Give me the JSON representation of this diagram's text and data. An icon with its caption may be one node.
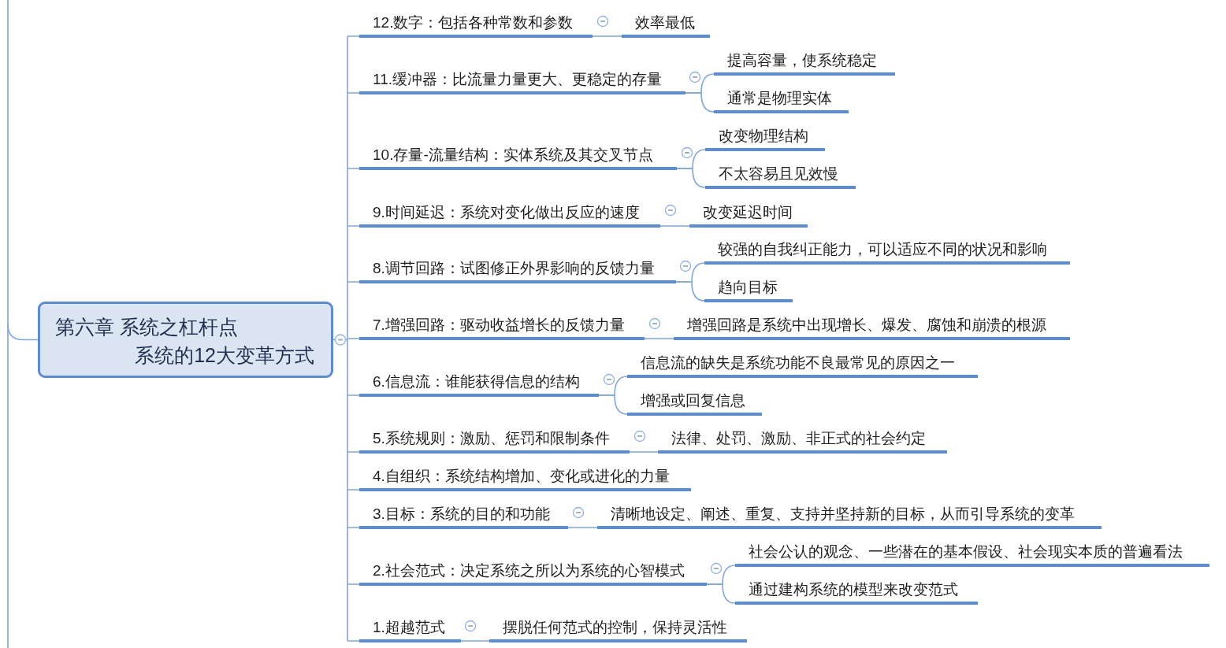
{
  "diagram": {
    "nodes": [
      {
        "text": [
          "第六章 系统之杠杆点",
          "系统的12大变革方式"
        ]
      },
      {
        "text": [
          "12.数字：包括各种常数和参数"
        ]
      },
      {
        "text": [
          "效率最低"
        ]
      },
      {
        "text": [
          "11.缓冲器：比流量力量更大、更稳定的存量"
        ]
      },
      {
        "text": [
          "提高容量，使系统稳定"
        ]
      },
      {
        "text": [
          "通常是物理实体"
        ]
      },
      {
        "text": [
          "10.存量-流量结构：实体系统及其交叉节点"
        ]
      },
      {
        "text": [
          "改变物理结构"
        ]
      },
      {
        "text": [
          "不太容易且见效慢"
        ]
      },
      {
        "text": [
          "9.时间延迟：系统对变化做出反应的速度"
        ]
      },
      {
        "text": [
          "改变延迟时间"
        ]
      },
      {
        "text": [
          "8.调节回路：试图修正外界影响的反馈力量"
        ]
      },
      {
        "text": [
          "较强的自我纠正能力，可以适应不同的状况和影响"
        ]
      },
      {
        "text": [
          "趋向目标"
        ]
      },
      {
        "text": [
          "7.增强回路：驱动收益增长的反馈力量"
        ]
      },
      {
        "text": [
          "增强回路是系统中出现增长、爆发、腐蚀和崩溃的根源"
        ]
      },
      {
        "text": [
          "6.信息流：谁能获得信息的结构"
        ]
      },
      {
        "text": [
          "信息流的缺失是系统功能不良最常见的原因之一"
        ]
      },
      {
        "text": [
          "增强或回复信息"
        ]
      },
      {
        "text": [
          "5.系统规则：激励、惩罚和限制条件"
        ]
      },
      {
        "text": [
          "法律、处罚、激励、非正式的社会约定"
        ]
      },
      {
        "text": [
          "4.自组织：系统结构增加、变化或进化的力量"
        ]
      },
      {
        "text": [
          "3.目标：系统的目的和功能"
        ]
      },
      {
        "text": [
          "清晰地设定、阐述、重复、支持并坚持新的目标，从而引导系统的变革"
        ]
      },
      {
        "text": [
          "2.社会范式：决定系统之所以为系统的心智模式"
        ]
      },
      {
        "text": [
          "社会公认的观念、一些潜在的基本假设、社会现实本质的普遍看法"
        ]
      },
      {
        "text": [
          "通过建构系统的模型来改变范式"
        ]
      },
      {
        "text": [
          "1.超越范式"
        ]
      },
      {
        "text": [
          "摆脱任何范式的控制，保持灵活性"
        ]
      }
    ],
    "edges": [
      {
        "from": null,
        "to": 0,
        "arrow": "none"
      },
      {
        "from": 0,
        "to": 1,
        "arrow": "none"
      },
      {
        "from": 1,
        "to": 2,
        "arrow": "none"
      },
      {
        "from": 0,
        "to": 3,
        "arrow": "none"
      },
      {
        "from": 3,
        "to": 4,
        "arrow": "none"
      },
      {
        "from": 3,
        "to": 5,
        "arrow": "none"
      },
      {
        "from": 0,
        "to": 6,
        "arrow": "none"
      },
      {
        "from": 6,
        "to": 7,
        "arrow": "none"
      },
      {
        "from": 6,
        "to": 8,
        "arrow": "none"
      },
      {
        "from": 0,
        "to": 9,
        "arrow": "none"
      },
      {
        "from": 9,
        "to": 10,
        "arrow": "none"
      },
      {
        "from": 0,
        "to": 11,
        "arrow": "none"
      },
      {
        "from": 11,
        "to": 12,
        "arrow": "none"
      },
      {
        "from": 11,
        "to": 13,
        "arrow": "none"
      },
      {
        "from": 0,
        "to": 14,
        "arrow": "none"
      },
      {
        "from": 14,
        "to": 15,
        "arrow": "none"
      },
      {
        "from": 0,
        "to": 16,
        "arrow": "none"
      },
      {
        "from": 16,
        "to": 17,
        "arrow": "none"
      },
      {
        "from": 16,
        "to": 18,
        "arrow": "none"
      },
      {
        "from": 0,
        "to": 19,
        "arrow": "none"
      },
      {
        "from": 19,
        "to": 20,
        "arrow": "none"
      },
      {
        "from": 0,
        "to": 21,
        "arrow": "none"
      },
      {
        "from": 0,
        "to": 22,
        "arrow": "none"
      },
      {
        "from": 22,
        "to": 23,
        "arrow": "none"
      },
      {
        "from": 0,
        "to": 24,
        "arrow": "none"
      },
      {
        "from": 24,
        "to": 25,
        "arrow": "none"
      },
      {
        "from": 24,
        "to": 26,
        "arrow": "none"
      },
      {
        "from": 0,
        "to": 27,
        "arrow": "none"
      },
      {
        "from": 27,
        "to": 28,
        "arrow": "none"
      }
    ]
  }
}
